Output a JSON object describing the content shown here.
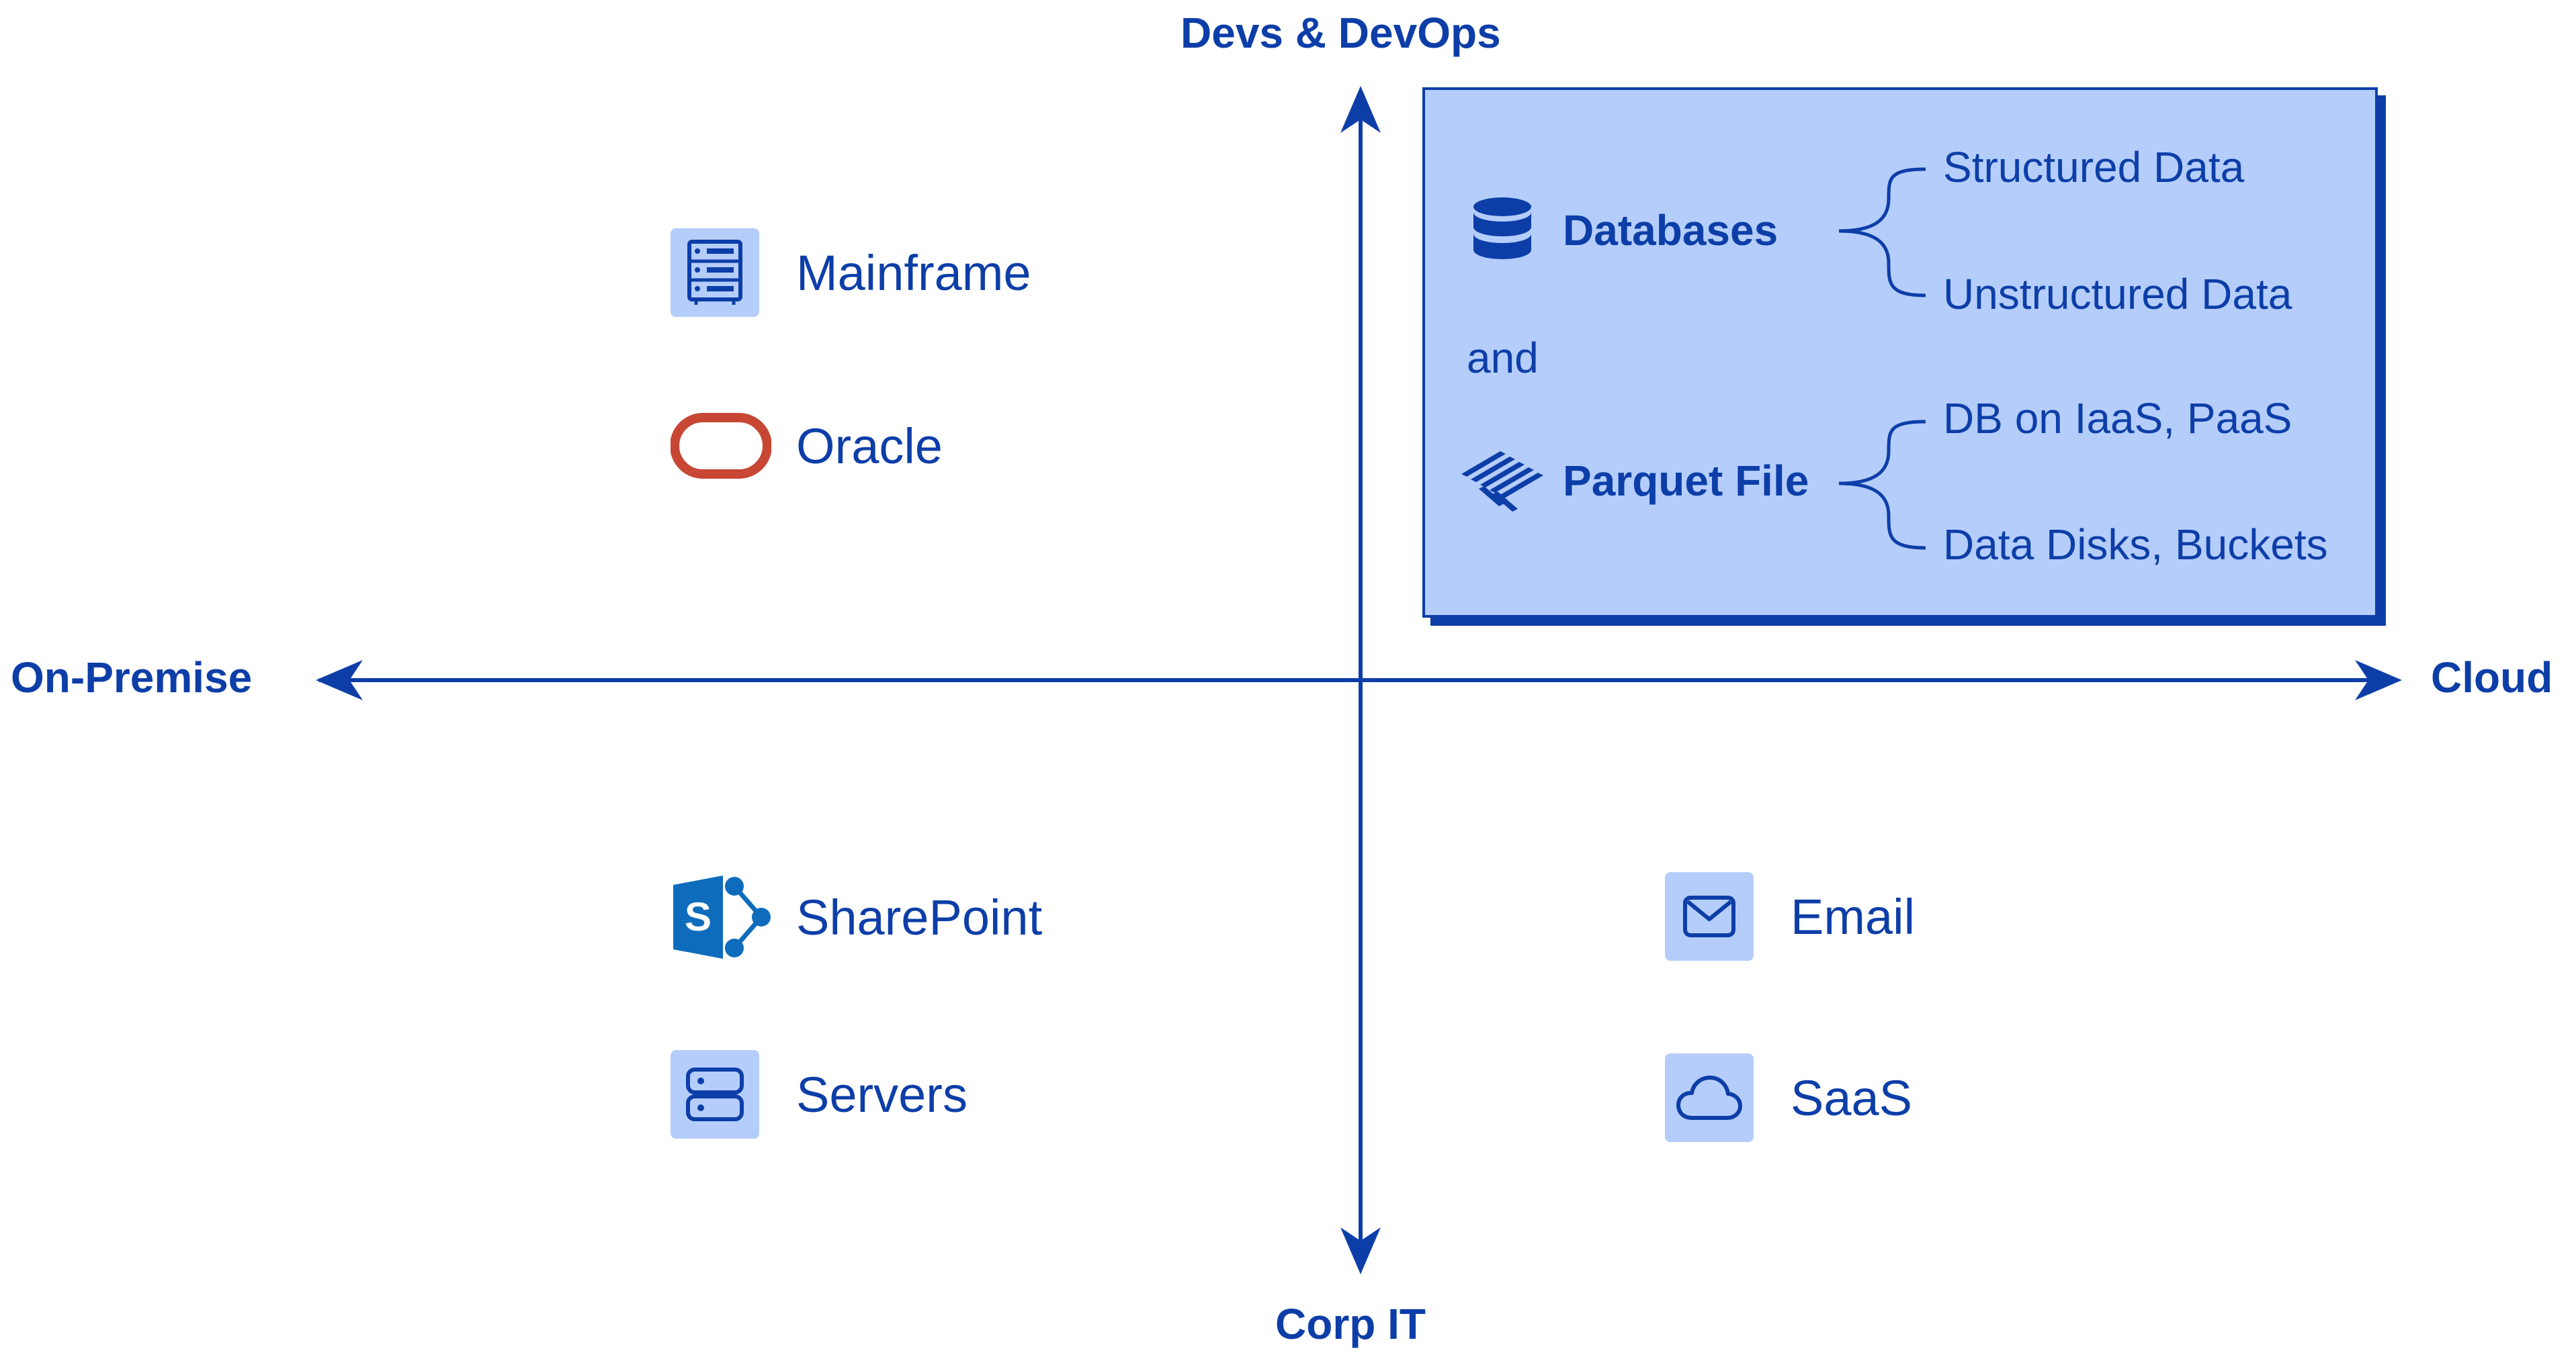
{
  "axes": {
    "top": "Devs & DevOps",
    "bottom": "Corp IT",
    "left": "On-Premise",
    "right": "Cloud"
  },
  "quadrants": {
    "top_left": [
      {
        "label": "Mainframe",
        "icon": "server-rack-icon"
      },
      {
        "label": "Oracle",
        "icon": "oracle-logo-icon"
      }
    ],
    "bottom_left": [
      {
        "label": "SharePoint",
        "icon": "sharepoint-logo-icon"
      },
      {
        "label": "Servers",
        "icon": "servers-icon"
      }
    ],
    "bottom_right": [
      {
        "label": "Email",
        "icon": "envelope-icon"
      },
      {
        "label": "SaaS",
        "icon": "cloud-icon"
      }
    ]
  },
  "panel": {
    "databases": "Databases",
    "and": "and",
    "parquet": "Parquet File",
    "db_items": [
      "Structured Data",
      "Unstructured Data"
    ],
    "parquet_items": [
      "DB on IaaS, PaaS",
      "Data Disks, Buckets"
    ]
  },
  "colors": {
    "primary": "#0d3ea8",
    "icon_bg": "#b4cdfa",
    "oracle": "#c74634",
    "sharepoint": "#0f6cbd"
  }
}
